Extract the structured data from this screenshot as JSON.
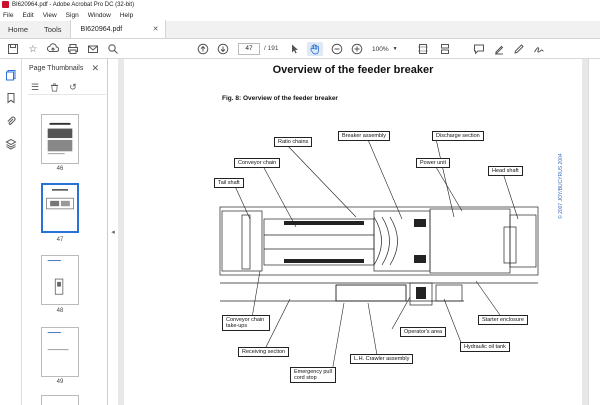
{
  "window": {
    "title": "BI620964.pdf - Adobe Acrobat Pro DC (32-bit)"
  },
  "menu": [
    "File",
    "Edit",
    "View",
    "Sign",
    "Window",
    "Help"
  ],
  "tabs": {
    "home": "Home",
    "tools": "Tools",
    "document": "BI620964.pdf"
  },
  "toolbar": {
    "current_page": "47",
    "total_pages": "/ 191",
    "zoom": "100%"
  },
  "thumbnails": {
    "panel_title": "Page Thumbnails",
    "pages": [
      {
        "label": "46",
        "active": false
      },
      {
        "label": "47",
        "active": true
      },
      {
        "label": "48",
        "active": false
      },
      {
        "label": "49",
        "active": false
      }
    ]
  },
  "document": {
    "heading": "Overview of the feeder breaker",
    "figure_caption": "Fig. 8: Overview of the feeder breaker",
    "copyright": "© 2007 JOY/BUCYRUS 2004",
    "callouts": {
      "ratio_chains": "Ratio chains",
      "breaker_assembly": "Breaker assembly",
      "discharge_section": "Discharge section",
      "conveyor_chain": "Conveyor chain",
      "power_unit": "Power unit",
      "head_shaft": "Head shaft",
      "tail_shaft": "Tail shaft",
      "conveyor_takeups": "Conveyor chain take-ups",
      "starter_enclosure": "Starter enclosure",
      "operators_area": "Operator's area",
      "receiving_section": "Receiving section",
      "hydraulic_tank": "Hydraulic oil tank",
      "lh_crawler": "L.H. Crawler assembly",
      "emergency_stop": "Emergency pull cord stop"
    }
  }
}
